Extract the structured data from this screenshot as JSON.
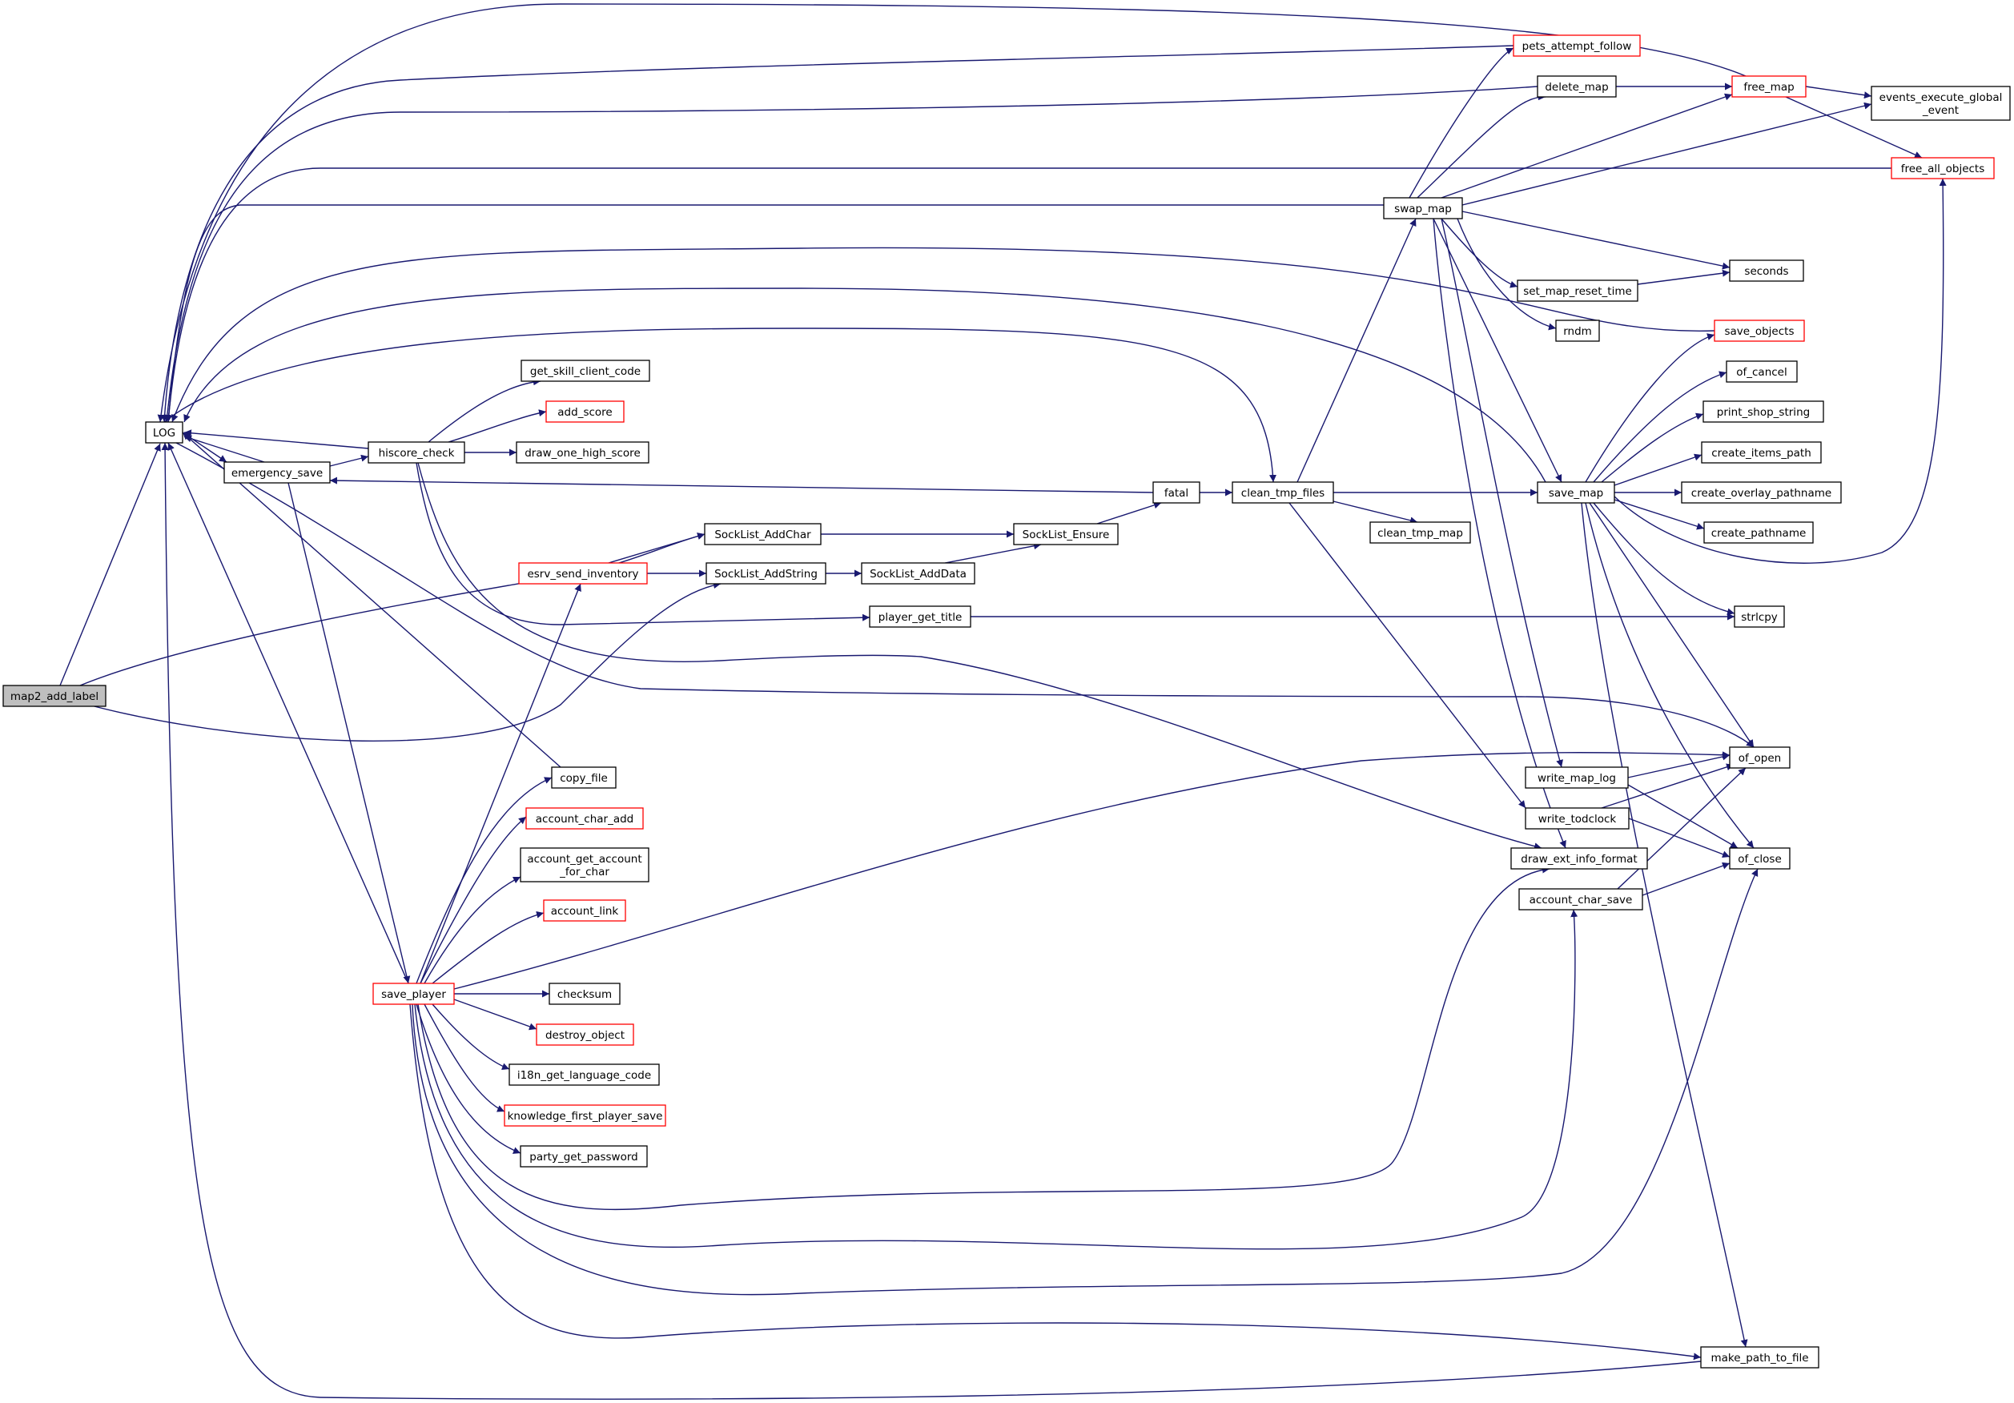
{
  "graph": {
    "kind": "call-graph",
    "root": "map2_add_label",
    "colors": {
      "edge": "#191970",
      "node_border": "#000000",
      "truncated_node_border": "#ff0000",
      "root_fill": "#bfbfbf",
      "background": "#ffffff"
    },
    "nodes": {
      "map2_add_label": {
        "lines": [
          "map2_add_label"
        ],
        "style": "root"
      },
      "LOG": {
        "lines": [
          "LOG"
        ],
        "style": "normal"
      },
      "emergency_save": {
        "lines": [
          "emergency_save"
        ],
        "style": "normal"
      },
      "hiscore_check": {
        "lines": [
          "hiscore_check"
        ],
        "style": "normal"
      },
      "get_skill_client_code": {
        "lines": [
          "get_skill_client_code"
        ],
        "style": "normal"
      },
      "add_score": {
        "lines": [
          "add_score"
        ],
        "style": "truncated"
      },
      "draw_one_high_score": {
        "lines": [
          "draw_one_high_score"
        ],
        "style": "normal"
      },
      "SockList_AddChar": {
        "lines": [
          "SockList_AddChar"
        ],
        "style": "normal"
      },
      "esrv_send_inventory": {
        "lines": [
          "esrv_send_inventory"
        ],
        "style": "truncated"
      },
      "SockList_AddString": {
        "lines": [
          "SockList_AddString"
        ],
        "style": "normal"
      },
      "SockList_AddData": {
        "lines": [
          "SockList_AddData"
        ],
        "style": "normal"
      },
      "SockList_Ensure": {
        "lines": [
          "SockList_Ensure"
        ],
        "style": "normal"
      },
      "fatal": {
        "lines": [
          "fatal"
        ],
        "style": "normal"
      },
      "clean_tmp_files": {
        "lines": [
          "clean_tmp_files"
        ],
        "style": "normal"
      },
      "clean_tmp_map": {
        "lines": [
          "clean_tmp_map"
        ],
        "style": "normal"
      },
      "player_get_title": {
        "lines": [
          "player_get_title"
        ],
        "style": "normal"
      },
      "copy_file": {
        "lines": [
          "copy_file"
        ],
        "style": "normal"
      },
      "account_char_add": {
        "lines": [
          "account_char_add"
        ],
        "style": "truncated"
      },
      "account_get_account_for_char": {
        "lines": [
          "account_get_account",
          "_for_char"
        ],
        "style": "normal"
      },
      "account_link": {
        "lines": [
          "account_link"
        ],
        "style": "truncated"
      },
      "save_player": {
        "lines": [
          "save_player"
        ],
        "style": "truncated"
      },
      "checksum": {
        "lines": [
          "checksum"
        ],
        "style": "normal"
      },
      "destroy_object": {
        "lines": [
          "destroy_object"
        ],
        "style": "truncated"
      },
      "i18n_get_language_code": {
        "lines": [
          "i18n_get_language_code"
        ],
        "style": "normal"
      },
      "knowledge_first_player_save": {
        "lines": [
          "knowledge_first_player_save"
        ],
        "style": "truncated"
      },
      "party_get_password": {
        "lines": [
          "party_get_password"
        ],
        "style": "normal"
      },
      "pets_attempt_follow": {
        "lines": [
          "pets_attempt_follow"
        ],
        "style": "truncated"
      },
      "delete_map": {
        "lines": [
          "delete_map"
        ],
        "style": "normal"
      },
      "free_map": {
        "lines": [
          "free_map"
        ],
        "style": "truncated"
      },
      "events_execute_global_event": {
        "lines": [
          "events_execute_global",
          "_event"
        ],
        "style": "normal"
      },
      "free_all_objects": {
        "lines": [
          "free_all_objects"
        ],
        "style": "truncated"
      },
      "swap_map": {
        "lines": [
          "swap_map"
        ],
        "style": "normal"
      },
      "seconds": {
        "lines": [
          "seconds"
        ],
        "style": "normal"
      },
      "set_map_reset_time": {
        "lines": [
          "set_map_reset_time"
        ],
        "style": "normal"
      },
      "rndm": {
        "lines": [
          "rndm"
        ],
        "style": "normal"
      },
      "save_objects": {
        "lines": [
          "save_objects"
        ],
        "style": "truncated"
      },
      "of_cancel": {
        "lines": [
          "of_cancel"
        ],
        "style": "normal"
      },
      "print_shop_string": {
        "lines": [
          "print_shop_string"
        ],
        "style": "normal"
      },
      "create_items_path": {
        "lines": [
          "create_items_path"
        ],
        "style": "normal"
      },
      "save_map": {
        "lines": [
          "save_map"
        ],
        "style": "normal"
      },
      "create_overlay_pathname": {
        "lines": [
          "create_overlay_pathname"
        ],
        "style": "normal"
      },
      "create_pathname": {
        "lines": [
          "create_pathname"
        ],
        "style": "normal"
      },
      "strlcpy": {
        "lines": [
          "strlcpy"
        ],
        "style": "normal"
      },
      "of_open": {
        "lines": [
          "of_open"
        ],
        "style": "normal"
      },
      "write_map_log": {
        "lines": [
          "write_map_log"
        ],
        "style": "normal"
      },
      "write_todclock": {
        "lines": [
          "write_todclock"
        ],
        "style": "normal"
      },
      "draw_ext_info_format": {
        "lines": [
          "draw_ext_info_format"
        ],
        "style": "normal"
      },
      "of_close": {
        "lines": [
          "of_close"
        ],
        "style": "normal"
      },
      "account_char_save": {
        "lines": [
          "account_char_save"
        ],
        "style": "normal"
      },
      "make_path_to_file": {
        "lines": [
          "make_path_to_file"
        ],
        "style": "normal"
      }
    },
    "edges": [
      [
        "map2_add_label",
        "LOG"
      ],
      [
        "map2_add_label",
        "SockList_AddChar"
      ],
      [
        "map2_add_label",
        "SockList_AddString"
      ],
      [
        "emergency_save",
        "LOG"
      ],
      [
        "LOG",
        "emergency_save"
      ],
      [
        "hiscore_check",
        "LOG"
      ],
      [
        "emergency_save",
        "hiscore_check"
      ],
      [
        "emergency_save",
        "save_player"
      ],
      [
        "hiscore_check",
        "get_skill_client_code"
      ],
      [
        "hiscore_check",
        "add_score"
      ],
      [
        "hiscore_check",
        "draw_one_high_score"
      ],
      [
        "hiscore_check",
        "player_get_title"
      ],
      [
        "hiscore_check",
        "draw_ext_info_format"
      ],
      [
        "esrv_send_inventory",
        "SockList_AddChar"
      ],
      [
        "esrv_send_inventory",
        "SockList_AddString"
      ],
      [
        "SockList_AddChar",
        "SockList_Ensure"
      ],
      [
        "SockList_AddString",
        "SockList_AddData"
      ],
      [
        "SockList_AddData",
        "SockList_Ensure"
      ],
      [
        "SockList_Ensure",
        "fatal"
      ],
      [
        "fatal",
        "emergency_save"
      ],
      [
        "fatal",
        "clean_tmp_files"
      ],
      [
        "LOG",
        "clean_tmp_files"
      ],
      [
        "clean_tmp_files",
        "swap_map"
      ],
      [
        "clean_tmp_files",
        "save_map"
      ],
      [
        "clean_tmp_files",
        "clean_tmp_map"
      ],
      [
        "clean_tmp_files",
        "write_todclock"
      ],
      [
        "player_get_title",
        "strlcpy"
      ],
      [
        "copy_file",
        "LOG"
      ],
      [
        "save_player",
        "LOG"
      ],
      [
        "save_player",
        "esrv_send_inventory"
      ],
      [
        "save_player",
        "copy_file"
      ],
      [
        "save_player",
        "account_char_add"
      ],
      [
        "save_player",
        "account_get_account_for_char"
      ],
      [
        "save_player",
        "account_link"
      ],
      [
        "save_player",
        "checksum"
      ],
      [
        "save_player",
        "destroy_object"
      ],
      [
        "save_player",
        "i18n_get_language_code"
      ],
      [
        "save_player",
        "knowledge_first_player_save"
      ],
      [
        "save_player",
        "party_get_password"
      ],
      [
        "save_player",
        "of_open"
      ],
      [
        "save_player",
        "draw_ext_info_format"
      ],
      [
        "save_player",
        "account_char_save"
      ],
      [
        "save_player",
        "of_close"
      ],
      [
        "save_player",
        "make_path_to_file"
      ],
      [
        "swap_map",
        "LOG"
      ],
      [
        "swap_map",
        "pets_attempt_follow"
      ],
      [
        "swap_map",
        "delete_map"
      ],
      [
        "swap_map",
        "free_map"
      ],
      [
        "swap_map",
        "events_execute_global_event"
      ],
      [
        "swap_map",
        "seconds"
      ],
      [
        "swap_map",
        "set_map_reset_time"
      ],
      [
        "swap_map",
        "rndm"
      ],
      [
        "swap_map",
        "save_map"
      ],
      [
        "swap_map",
        "write_map_log"
      ],
      [
        "swap_map",
        "draw_ext_info_format"
      ],
      [
        "pets_attempt_follow",
        "LOG"
      ],
      [
        "delete_map",
        "LOG"
      ],
      [
        "delete_map",
        "free_map"
      ],
      [
        "free_map",
        "LOG"
      ],
      [
        "free_map",
        "events_execute_global_event"
      ],
      [
        "free_map",
        "free_all_objects"
      ],
      [
        "free_all_objects",
        "LOG"
      ],
      [
        "set_map_reset_time",
        "seconds"
      ],
      [
        "save_map",
        "LOG"
      ],
      [
        "save_objects",
        "LOG"
      ],
      [
        "save_map",
        "save_objects"
      ],
      [
        "save_map",
        "of_cancel"
      ],
      [
        "save_map",
        "print_shop_string"
      ],
      [
        "save_map",
        "create_items_path"
      ],
      [
        "save_map",
        "create_overlay_pathname"
      ],
      [
        "save_map",
        "create_pathname"
      ],
      [
        "save_map",
        "strlcpy"
      ],
      [
        "save_map",
        "free_all_objects"
      ],
      [
        "save_map",
        "of_open"
      ],
      [
        "save_map",
        "of_close"
      ],
      [
        "save_map",
        "make_path_to_file"
      ],
      [
        "LOG",
        "of_open"
      ],
      [
        "write_map_log",
        "of_open"
      ],
      [
        "write_map_log",
        "of_close"
      ],
      [
        "write_todclock",
        "of_open"
      ],
      [
        "write_todclock",
        "of_close"
      ],
      [
        "account_char_save",
        "of_open"
      ],
      [
        "account_char_save",
        "of_close"
      ],
      [
        "make_path_to_file",
        "LOG"
      ]
    ]
  }
}
